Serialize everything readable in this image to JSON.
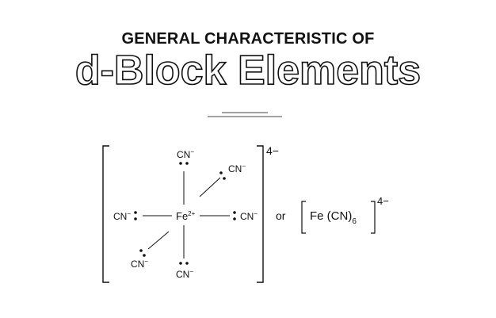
{
  "title": {
    "line1": "GENERAL CHARACTERISTIC OF",
    "line2": "d-Block Elements"
  },
  "complex": {
    "center_symbol": "Fe",
    "center_charge": "2+",
    "ligand": "CN",
    "ligand_charge": "−",
    "overall_charge": "4−",
    "connector": "or",
    "formula_prefix": "Fe (CN)",
    "formula_subscript": "6",
    "formula_charge": "4−"
  }
}
